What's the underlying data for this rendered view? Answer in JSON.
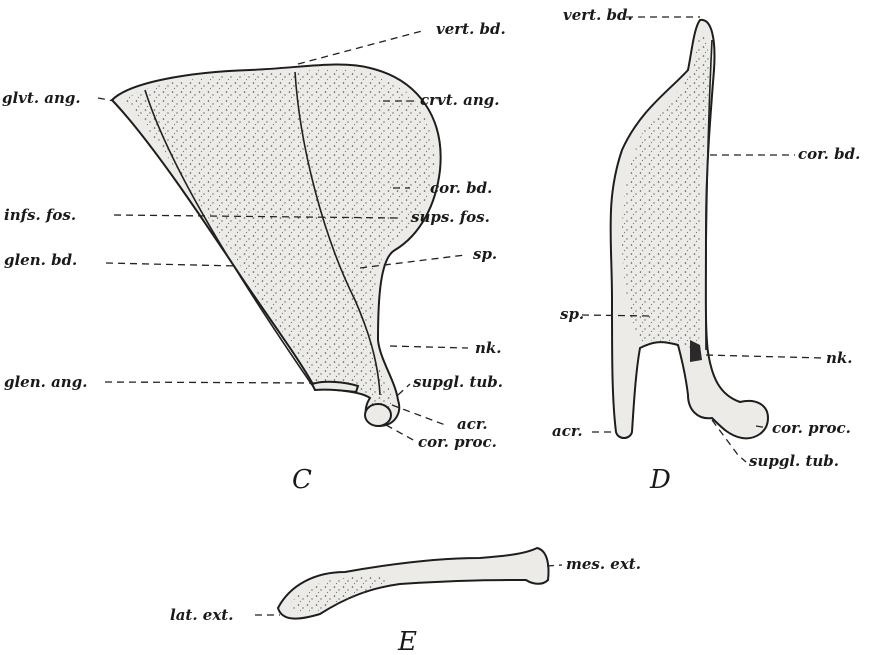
{
  "figures": {
    "C": {
      "letter": "C",
      "labels": {
        "vert_bd": "vert. bd.",
        "glvt_ang": "glvt. ang.",
        "crvt_ang": "crvt. ang.",
        "cor_bd": "cor. bd.",
        "infs_fos": "infs. fos.",
        "sups_fos": "sups. fos.",
        "glen_bd": "glen. bd.",
        "sp": "sp.",
        "nk": "nk.",
        "glen_ang": "glen. ang.",
        "supgl_tub": "supgl. tub.",
        "acr": "acr.",
        "cor_proc": "cor. proc."
      }
    },
    "D": {
      "letter": "D",
      "labels": {
        "vert_bd": "vert. bd.",
        "cor_bd": "cor. bd.",
        "sp": "sp.",
        "nk": "nk.",
        "acr": "acr.",
        "cor_proc": "cor. proc.",
        "supgl_tub": "supgl. tub."
      }
    },
    "E": {
      "letter": "E",
      "labels": {
        "mes_ext": "mes. ext.",
        "lat_ext": "lat. ext."
      }
    }
  }
}
